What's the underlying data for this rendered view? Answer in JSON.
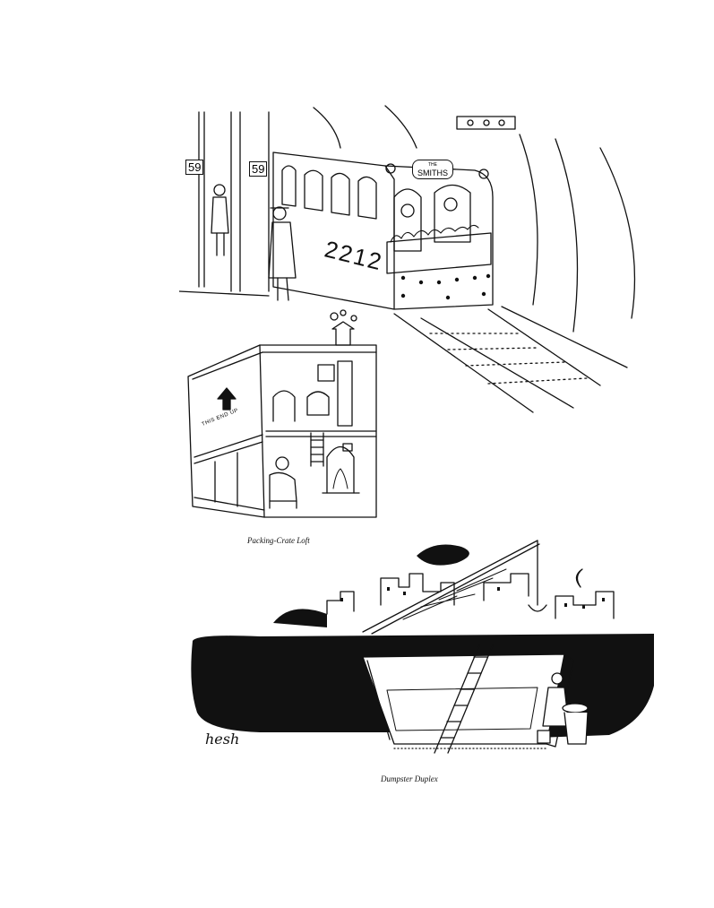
{
  "subway": {
    "car_sign_top": "THE",
    "car_sign": "SMITHS",
    "car_number": "2212",
    "platform_sign_left": "59",
    "platform_sign_right": "59"
  },
  "crate": {
    "stencil_text": "THIS END UP",
    "caption": "Packing-Crate Loft"
  },
  "dumpster": {
    "caption": "Dumpster Duplex",
    "signature": "hesh"
  }
}
